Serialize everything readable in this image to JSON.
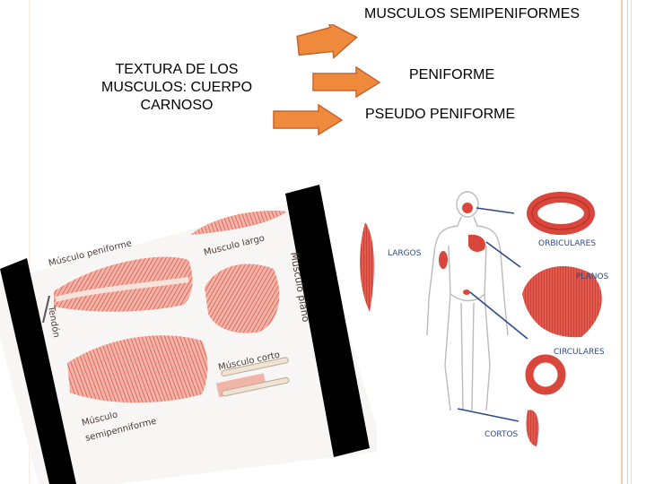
{
  "slide": {
    "title_semipeniformes": "MUSCULOS SEMIPENIFORMES",
    "texture_title": "TEXTURA DE LOS MUSCULOS: CUERPO CARNOSO",
    "peniforme": "PENIFORME",
    "pseudo_peniforme": "PSEUDO PENIFORME"
  },
  "left_image": {
    "labels": {
      "peniforme": "Músculo peniforme",
      "largo": "Musculo largo",
      "plano": "Músculo plano",
      "tendon": "Tendón",
      "corto": "Músculo corto",
      "semipeniforme_1": "Músculo",
      "semipeniforme_2": "semipenniforme"
    }
  },
  "right_image": {
    "labels": {
      "largos": "LARGOS",
      "orbiculares": "ORBICULARES",
      "planos": "PLANOS",
      "circulares": "CIRCULARES",
      "cortos": "CORTOS"
    }
  },
  "colors": {
    "arrow_fill": "#ef8a3c",
    "arrow_stroke": "#c8642a",
    "muscle_red": "#d8463c",
    "muscle_light": "#f0a89a",
    "label_blue": "#2d4a8a"
  }
}
